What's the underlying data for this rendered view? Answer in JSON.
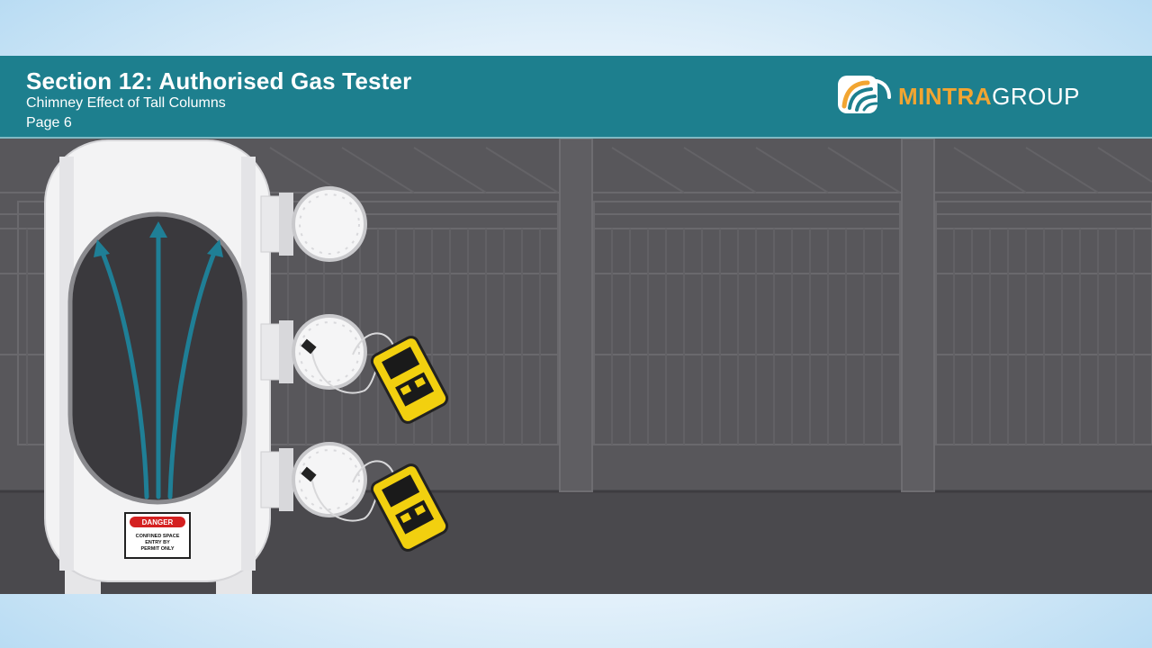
{
  "header": {
    "title": "Section 12: Authorised Gas Tester",
    "subtitle": "Chimney Effect of Tall Columns",
    "page": "Page 6"
  },
  "logo": {
    "part1": "MINTRA",
    "part2": "GROUP"
  },
  "sign": {
    "label": "DANGER",
    "line1": "CONFINED SPACE",
    "line2": "ENTRY BY",
    "line3": "PERMIT ONLY"
  },
  "colors": {
    "header": "#1d7f8e",
    "brand_accent": "#f2a531",
    "arrows": "#1f7f96",
    "detector": "#f2d00f",
    "danger": "#d42020"
  },
  "icons": [
    "logo-mark-icon",
    "chimney-arrow-icon",
    "gas-detector-icon",
    "danger-sign-icon"
  ]
}
